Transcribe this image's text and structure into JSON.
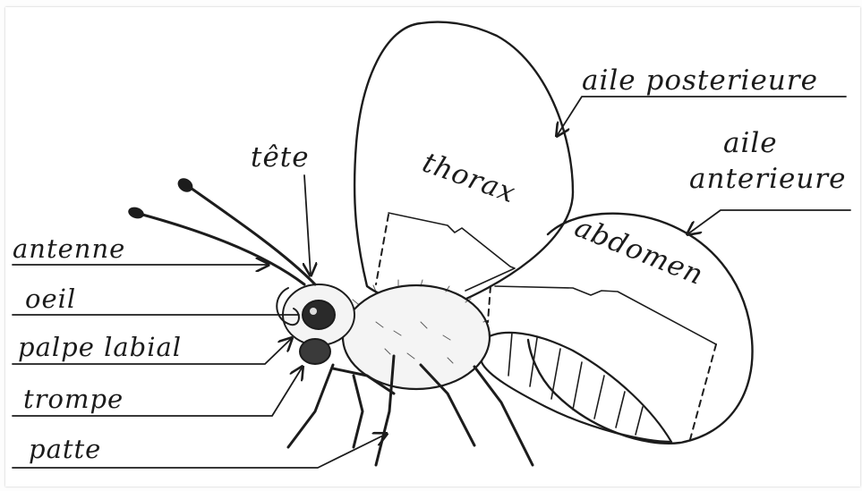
{
  "labels": {
    "aile_posterieure": "aile posterieure",
    "aile_anterieure_line1": "aile",
    "aile_anterieure_line2": "anterieure",
    "tete": "tête",
    "thorax": "thorax",
    "abdomen": "abdomen",
    "antenne": "antenne",
    "oeil": "oeil",
    "palpe_labial": "palpe labial",
    "trompe": "trompe",
    "patte": "patte"
  },
  "colors": {
    "ink": "#1c1c1c",
    "paper": "#ffffff"
  }
}
